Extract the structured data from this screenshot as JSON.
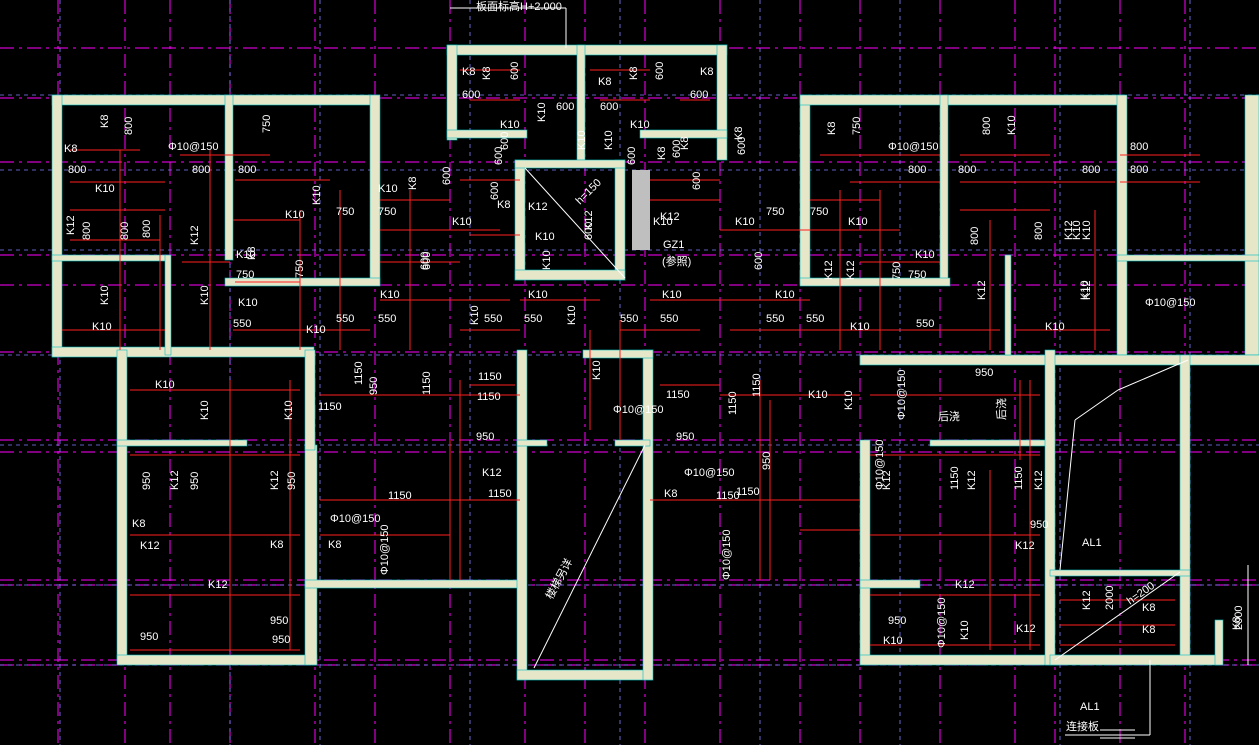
{
  "drawing": {
    "top_note": "板面标高H+2.000",
    "colors": {
      "background": "#000000",
      "axis": "#ff00ff",
      "grid": "#8080ff",
      "wall": "#e6e6c8",
      "wall_edge": "#00c0c0",
      "rebar": "#ff2020",
      "text": "#ffffff",
      "annotation": "#ffffff"
    },
    "labels": [
      "K8",
      "K8",
      "600",
      "K8",
      "K8",
      "600",
      "K8",
      "600",
      "600",
      "600",
      "600",
      "K8",
      "800",
      "750",
      "K10",
      "K10",
      "600",
      "K10",
      "600",
      "K10",
      "K10",
      "K8",
      "600",
      "K8",
      "600",
      "600",
      "K8",
      "600",
      "K8",
      "750",
      "800",
      "K10",
      "Φ10@150",
      "K8",
      "Φ10@150",
      "800",
      "800",
      "800",
      "800",
      "K8",
      "K10",
      "600",
      "K8",
      "600",
      "K10",
      "800",
      "800",
      "800",
      "800",
      "K10",
      "K10",
      "K10",
      "K10",
      "K10",
      "750",
      "750",
      "750",
      "750",
      "K8",
      "K12",
      "K10",
      "600",
      "K12",
      "K10",
      "K10",
      "K12",
      "K12",
      "800",
      "800",
      "K12",
      "800",
      "K12",
      "600",
      "K12",
      "750",
      "800",
      "800",
      "K12",
      "750",
      "750",
      "750",
      "K10",
      "K10",
      "K10",
      "K10",
      "600",
      "600",
      "K10",
      "K10",
      "K10",
      "K10",
      "K10",
      "K10",
      "K10",
      "K10",
      "Φ10@150",
      "K10",
      "550",
      "550",
      "550",
      "550",
      "550",
      "550",
      "550",
      "550",
      "550",
      "550",
      "K10",
      "K10",
      "K10",
      "K10",
      "K12",
      "K12",
      "K10",
      "1150",
      "1150",
      "1150",
      "1150",
      "1150",
      "1150",
      "1150",
      "1150",
      "K10",
      "K10",
      "K10",
      "K10",
      "K10",
      "K10",
      "Φ10@150",
      "Φ10@150",
      "后浇",
      "后浇",
      "950",
      "950",
      "950",
      "950",
      "950",
      "950",
      "950",
      "950",
      "K12",
      "K12",
      "K12",
      "K12",
      "K12",
      "K12",
      "K12",
      "K12",
      "Φ10@150",
      "Φ10@150",
      "1150",
      "1150",
      "1150",
      "1150",
      "1150",
      "1150",
      "K8",
      "K8",
      "K8",
      "K8",
      "950",
      "950",
      "950",
      "950",
      "950",
      "K10",
      "K10",
      "K12",
      "K12",
      "K12",
      "K12",
      "2000",
      "K8",
      "K8",
      "K8",
      "Φ10@150",
      "Φ10@150",
      "Φ10@150",
      "Φ10@150"
    ],
    "annotations": {
      "gz1": "GZ1",
      "gz1_sub": "(参照)",
      "h150": "h=150",
      "stair": "楼梯另详",
      "al1_a": "AL1",
      "al1_b": "AL1",
      "al1_sub": "连接板",
      "h200": "h=200",
      "dim_2000": "2000"
    }
  }
}
